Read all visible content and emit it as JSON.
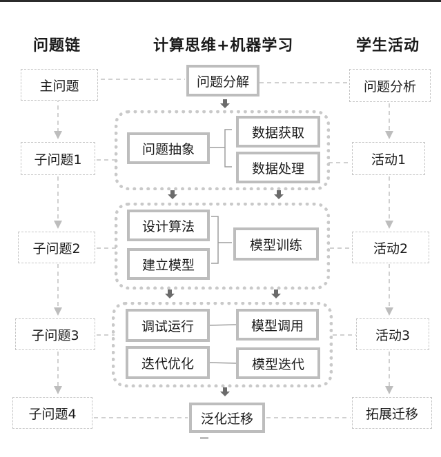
{
  "headers": {
    "left": "问题链",
    "center": "计算思维+机器学习",
    "right": "学生活动"
  },
  "left_chain": [
    "主问题",
    "子问题1",
    "子问题2",
    "子问题3",
    "子问题4"
  ],
  "center": {
    "top": "问题分解",
    "group1": {
      "left": "问题抽象",
      "right_top": "数据获取",
      "right_bottom": "数据处理"
    },
    "group2": {
      "left_top": "设计算法",
      "left_bottom": "建立模型",
      "right": "模型训练"
    },
    "group3": {
      "left_top": "调试运行",
      "right_top": "模型调用",
      "left_bottom": "迭代优化",
      "right_bottom": "模型迭代"
    },
    "bottom": "泛化迁移"
  },
  "right_chain": [
    "问题分析",
    "活动1",
    "活动2",
    "活动3",
    "拓展迁移"
  ],
  "colors": {
    "line": "#bdbdbd",
    "arrow": "#6b6b6b",
    "box_border": "#bdbdbd"
  }
}
